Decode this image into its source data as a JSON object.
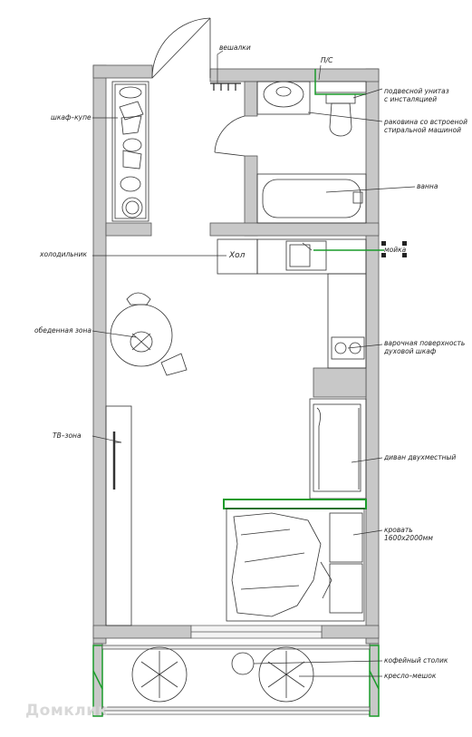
{
  "labels": {
    "veshalki": "вешалки",
    "ps": "П/С",
    "unitaz_1": "подвесной унитаз",
    "unitaz_2": "с инсталяцией",
    "rakovina_1": "раковина со встроеной",
    "rakovina_2": "стиральной машиной",
    "vanna": "ванна",
    "shkaf": "шкаф–купе",
    "holodilnik": "холодильник",
    "hol_tag": "Хол",
    "moika": "мойка",
    "obed": "обеденная зона",
    "varka_1": "варочная поверхность",
    "varka_2": "духовой шкаф",
    "tv": "ТВ–зона",
    "divan": "диван двухместный",
    "krovat_1": "кровать",
    "krovat_2": "1600х2000мм",
    "stolik": "кофейный столик",
    "kreslo": "кресло–мешок"
  },
  "watermark": "Домклик",
  "colors": {
    "wall": "#c8c8c8",
    "wall_stroke": "#555555",
    "accent_green": "#1a9b2a",
    "line": "#333333"
  }
}
